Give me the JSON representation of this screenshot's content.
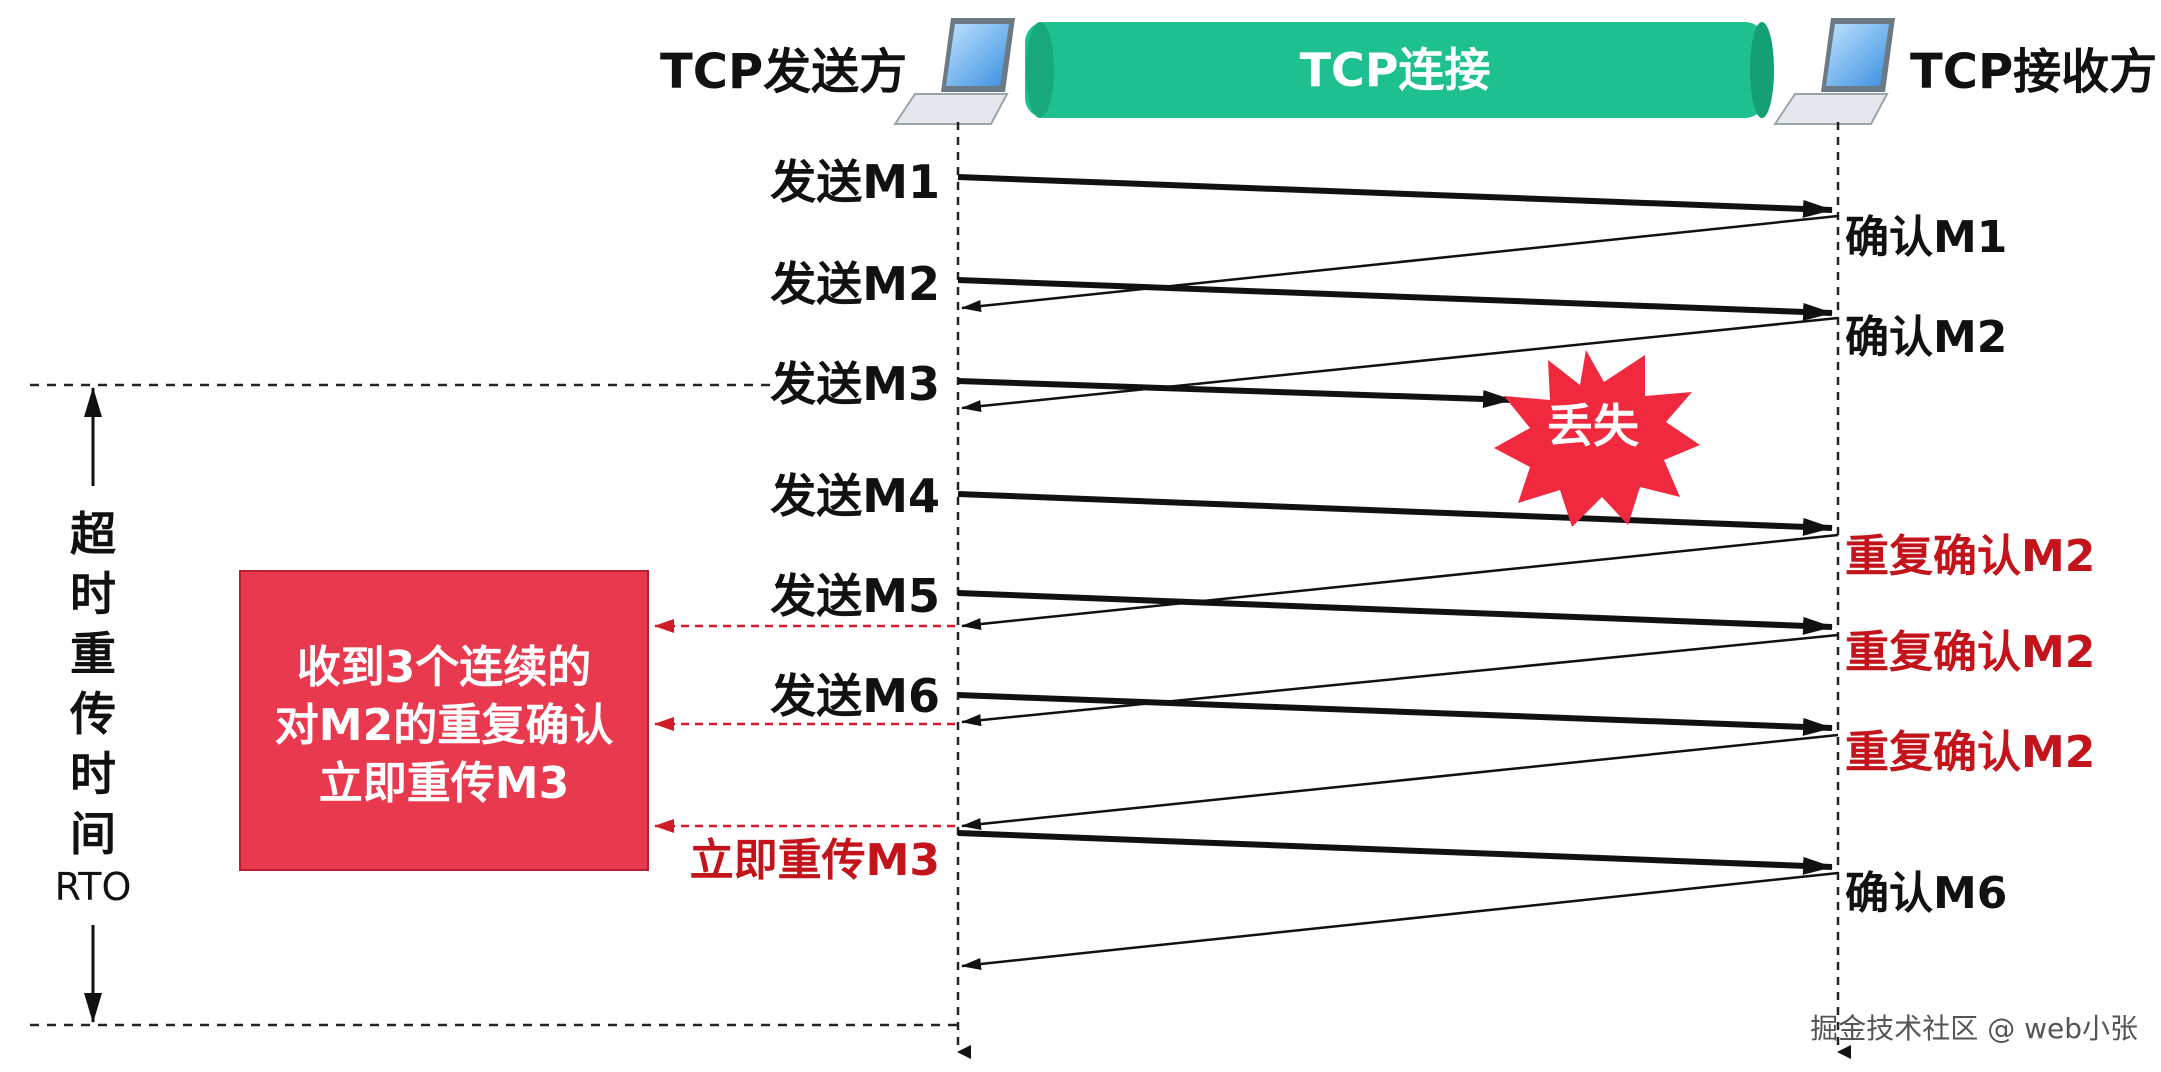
{
  "sender": {
    "label": "TCP发送方"
  },
  "receiver": {
    "label": "TCP接收方"
  },
  "connection": {
    "label": "TCP连接"
  },
  "sends": [
    {
      "label": "发送M1"
    },
    {
      "label": "发送M2"
    },
    {
      "label": "发送M3"
    },
    {
      "label": "发送M4"
    },
    {
      "label": "发送M5"
    },
    {
      "label": "发送M6"
    }
  ],
  "acks": [
    {
      "label": "确认M1",
      "duplicate": false
    },
    {
      "label": "确认M2",
      "duplicate": false
    },
    {
      "label": "重复确认M2",
      "duplicate": true
    },
    {
      "label": "重复确认M2",
      "duplicate": true
    },
    {
      "label": "重复确认M2",
      "duplicate": true
    },
    {
      "label": "确认M6",
      "duplicate": false
    }
  ],
  "lost": {
    "label": "丢失"
  },
  "retransmit": {
    "label": "立即重传M3"
  },
  "timeout": {
    "chars": [
      "超",
      "时",
      "重",
      "传",
      "时",
      "间"
    ],
    "abbr": "RTO"
  },
  "note": {
    "lines": [
      "收到3个连续的",
      "对M2的重复确认",
      "立即重传M3"
    ]
  },
  "watermark": "掘金技术社区 @ web小张",
  "colors": {
    "connection": "#1fc08f",
    "note_box": "#e8394f",
    "duplicate_text": "#c3141c",
    "lost_burst": "#f0293e"
  }
}
